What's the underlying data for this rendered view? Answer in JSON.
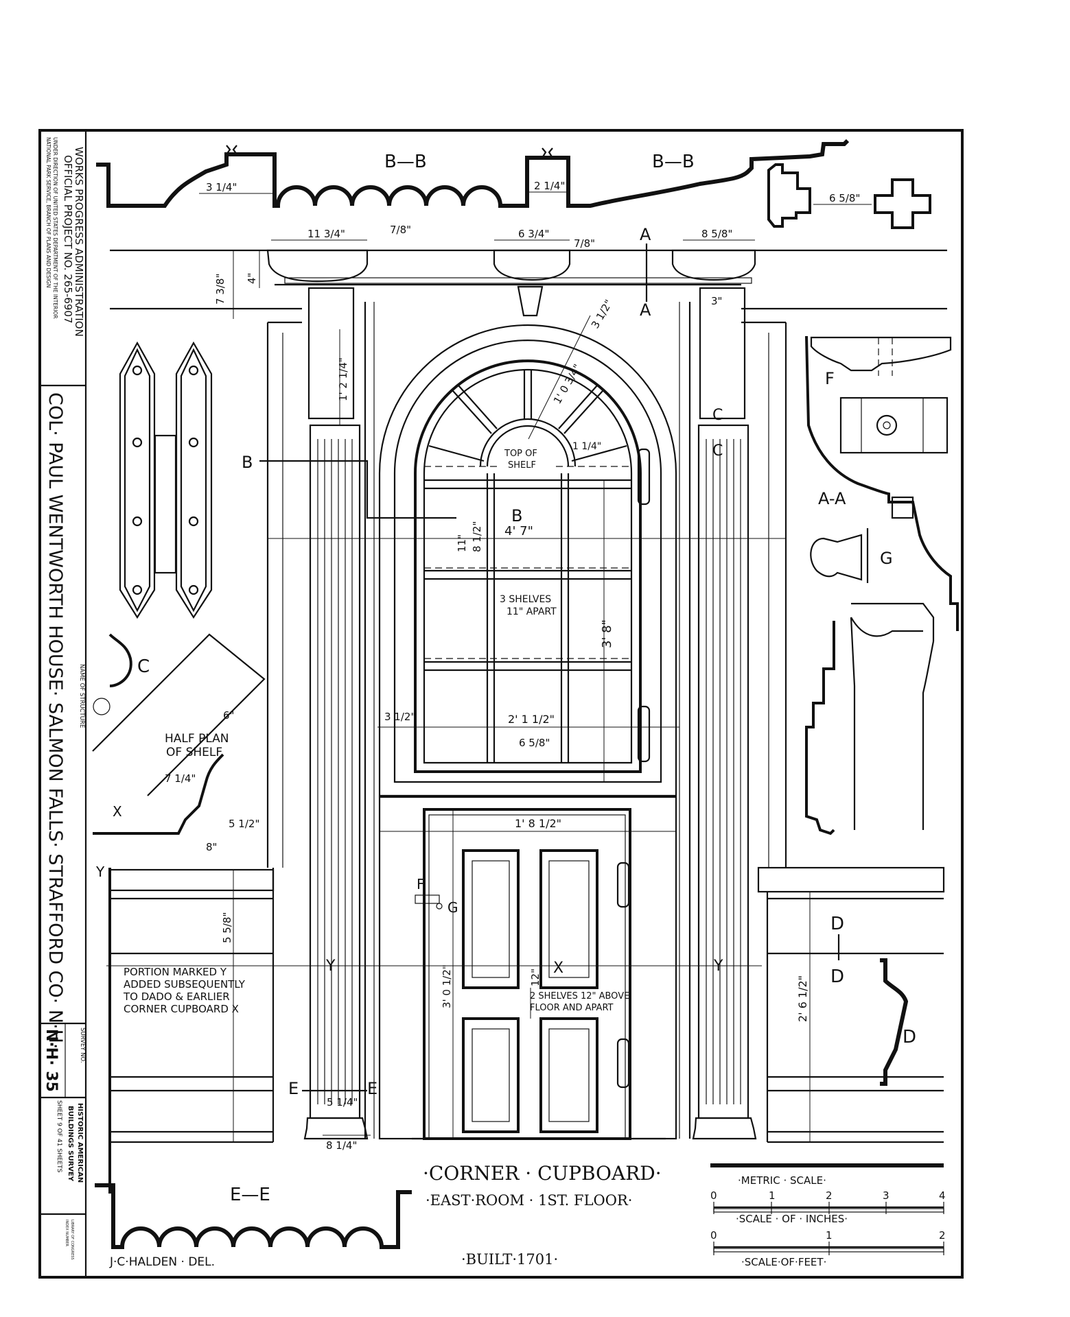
{
  "title_block": {
    "agency_line1": "WORKS PROGRESS ADMINISTRATION",
    "agency_line2": "OFFICIAL PROJECT NO. 265-6907",
    "agency_line3": "UNDER DIRECTION OF UNITED STATES DEPARTMENT OF THE INTERIOR",
    "agency_line4": "NATIONAL PARK SERVICE, BRANCH OF PLANS AND DESIGN",
    "name_of_structure_label": "NAME OF STRUCTURE",
    "structure_name": "COL· PAUL WENTWORTH HOUSE· SALMON FALLS· STRAFFORD CO· N·H·",
    "survey_no_label": "SURVEY NO.",
    "survey_no": "N·H· 35",
    "habs_line1": "HISTORIC AMERICAN",
    "habs_line2": "BUILDINGS SURVEY",
    "sheet_text": "SHEET 9 OF 41 SHEETS",
    "loc_line1": "LIBRARY OF CONGRESS",
    "loc_line2": "INDEX NUMBER"
  },
  "drawing": {
    "main_title": "·CORNER · CUPBOARD·",
    "subtitle": "·EAST·ROOM · 1ST. FLOOR·",
    "built": "·BUILT·1701·",
    "delineator": "J·C·HALDEN · DEL.",
    "half_plan_title_1": "HALF PLAN",
    "half_plan_title_2": "OF SHELF",
    "note_top_shelf_1": "TOP OF",
    "note_top_shelf_2": "SHELF",
    "note_3_shelves_1": "3 SHELVES",
    "note_3_shelves_2": "11\" APART",
    "note_2_shelves_1": "2 SHELVES 12\" ABOVE",
    "note_2_shelves_2": "FLOOR AND APART",
    "note_portion_1": "PORTION MARKED Y",
    "note_portion_2": "ADDED SUBSEQUENTLY",
    "note_portion_3": "TO DADO & EARLIER",
    "note_portion_4": "CORNER CUPBOARD X"
  },
  "sections": {
    "bb": "B—B",
    "ee": "E—E",
    "aa": "A-A",
    "f": "F",
    "g": "G",
    "c": "C",
    "d": "D",
    "dd_top": "D",
    "dd_bottom": "D",
    "a": "A",
    "b": "B",
    "e": "E",
    "x": "X",
    "y": "Y"
  },
  "dimensions": {
    "d_3_1_4": "3 1/4\"",
    "d_2_1_4": "2 1/4\"",
    "d_6_5_8_top": "6 5/8\"",
    "d_11_3_4": "11 3/4\"",
    "d_7_8_a": "7/8\"",
    "d_6_3_4": "6 3/4\"",
    "d_7_8_b": "7/8\"",
    "d_8_5_8": "8 5/8\"",
    "d_7_3_8": "7 3/8\"",
    "d_4": "4\"",
    "d_3": "3\"",
    "d_1_2_1_4": "1' 2 1/4\"",
    "d_1_0_3_4": "1' 0 3/4\"",
    "d_3_1_2_arc": "3 1/2\"",
    "d_4_7": "4' 7\"",
    "d_3_8": "3' 8\"",
    "d_2_1_1_2": "2' 1 1/2\"",
    "d_1_8_1_2": "1' 8 1/2\"",
    "d_3_0_1_2": "3' 0 1/2\"",
    "d_2_6_1_2": "2' 6 1/2\"",
    "d_5_1_4": "5 1/4\"",
    "d_8_1_4": "8 1/4\"",
    "d_6": "6\"",
    "d_7_1_4": "7 1/4\"",
    "d_5_1_2": "5 1/2\"",
    "d_8": "8\"",
    "d_5_5_8": "5 5/8\"",
    "d_12": "12\"",
    "d_11": "11\"",
    "d_8_1_2": "8 1/2\"",
    "d_6_5_8": "6 5/8\"",
    "d_1_1_4": "1 1/4\"",
    "d_3_1_2": "3 1/2\""
  },
  "scales": {
    "metric_label": "·METRIC · SCALE·",
    "metric_ticks": [
      "0",
      "1",
      "2",
      "3",
      "4"
    ],
    "inches_label": "·SCALE · OF · INCHES·",
    "feet_ticks": [
      "0",
      "1",
      "2"
    ],
    "feet_label": "·SCALE·OF·FEET·"
  }
}
